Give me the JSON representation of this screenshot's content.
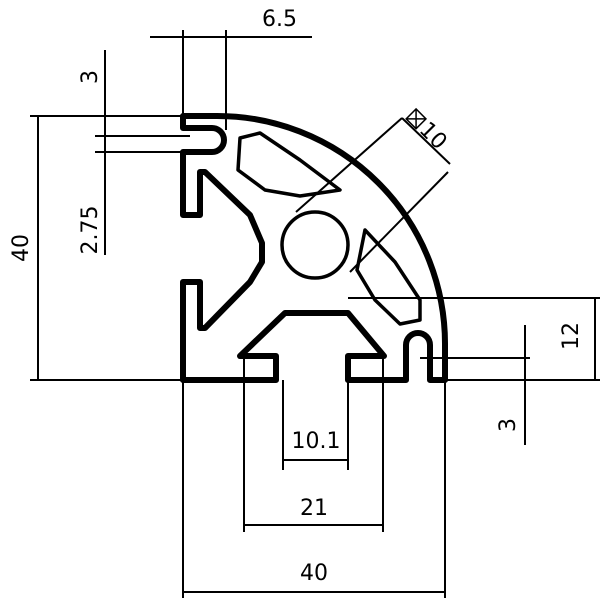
{
  "drawing": {
    "dimensions": {
      "slot_width_top": "6.5",
      "lip_thickness": "3",
      "lip_offset": "2.75",
      "height": "40",
      "center_hole": "10",
      "slot_depth_right": "12",
      "lip_thickness_bottom": "3",
      "slot_opening": "10.1",
      "slot_inner_width": "21",
      "width": "40"
    },
    "colors": {
      "ink": "#000000",
      "paper": "#ffffff"
    }
  }
}
